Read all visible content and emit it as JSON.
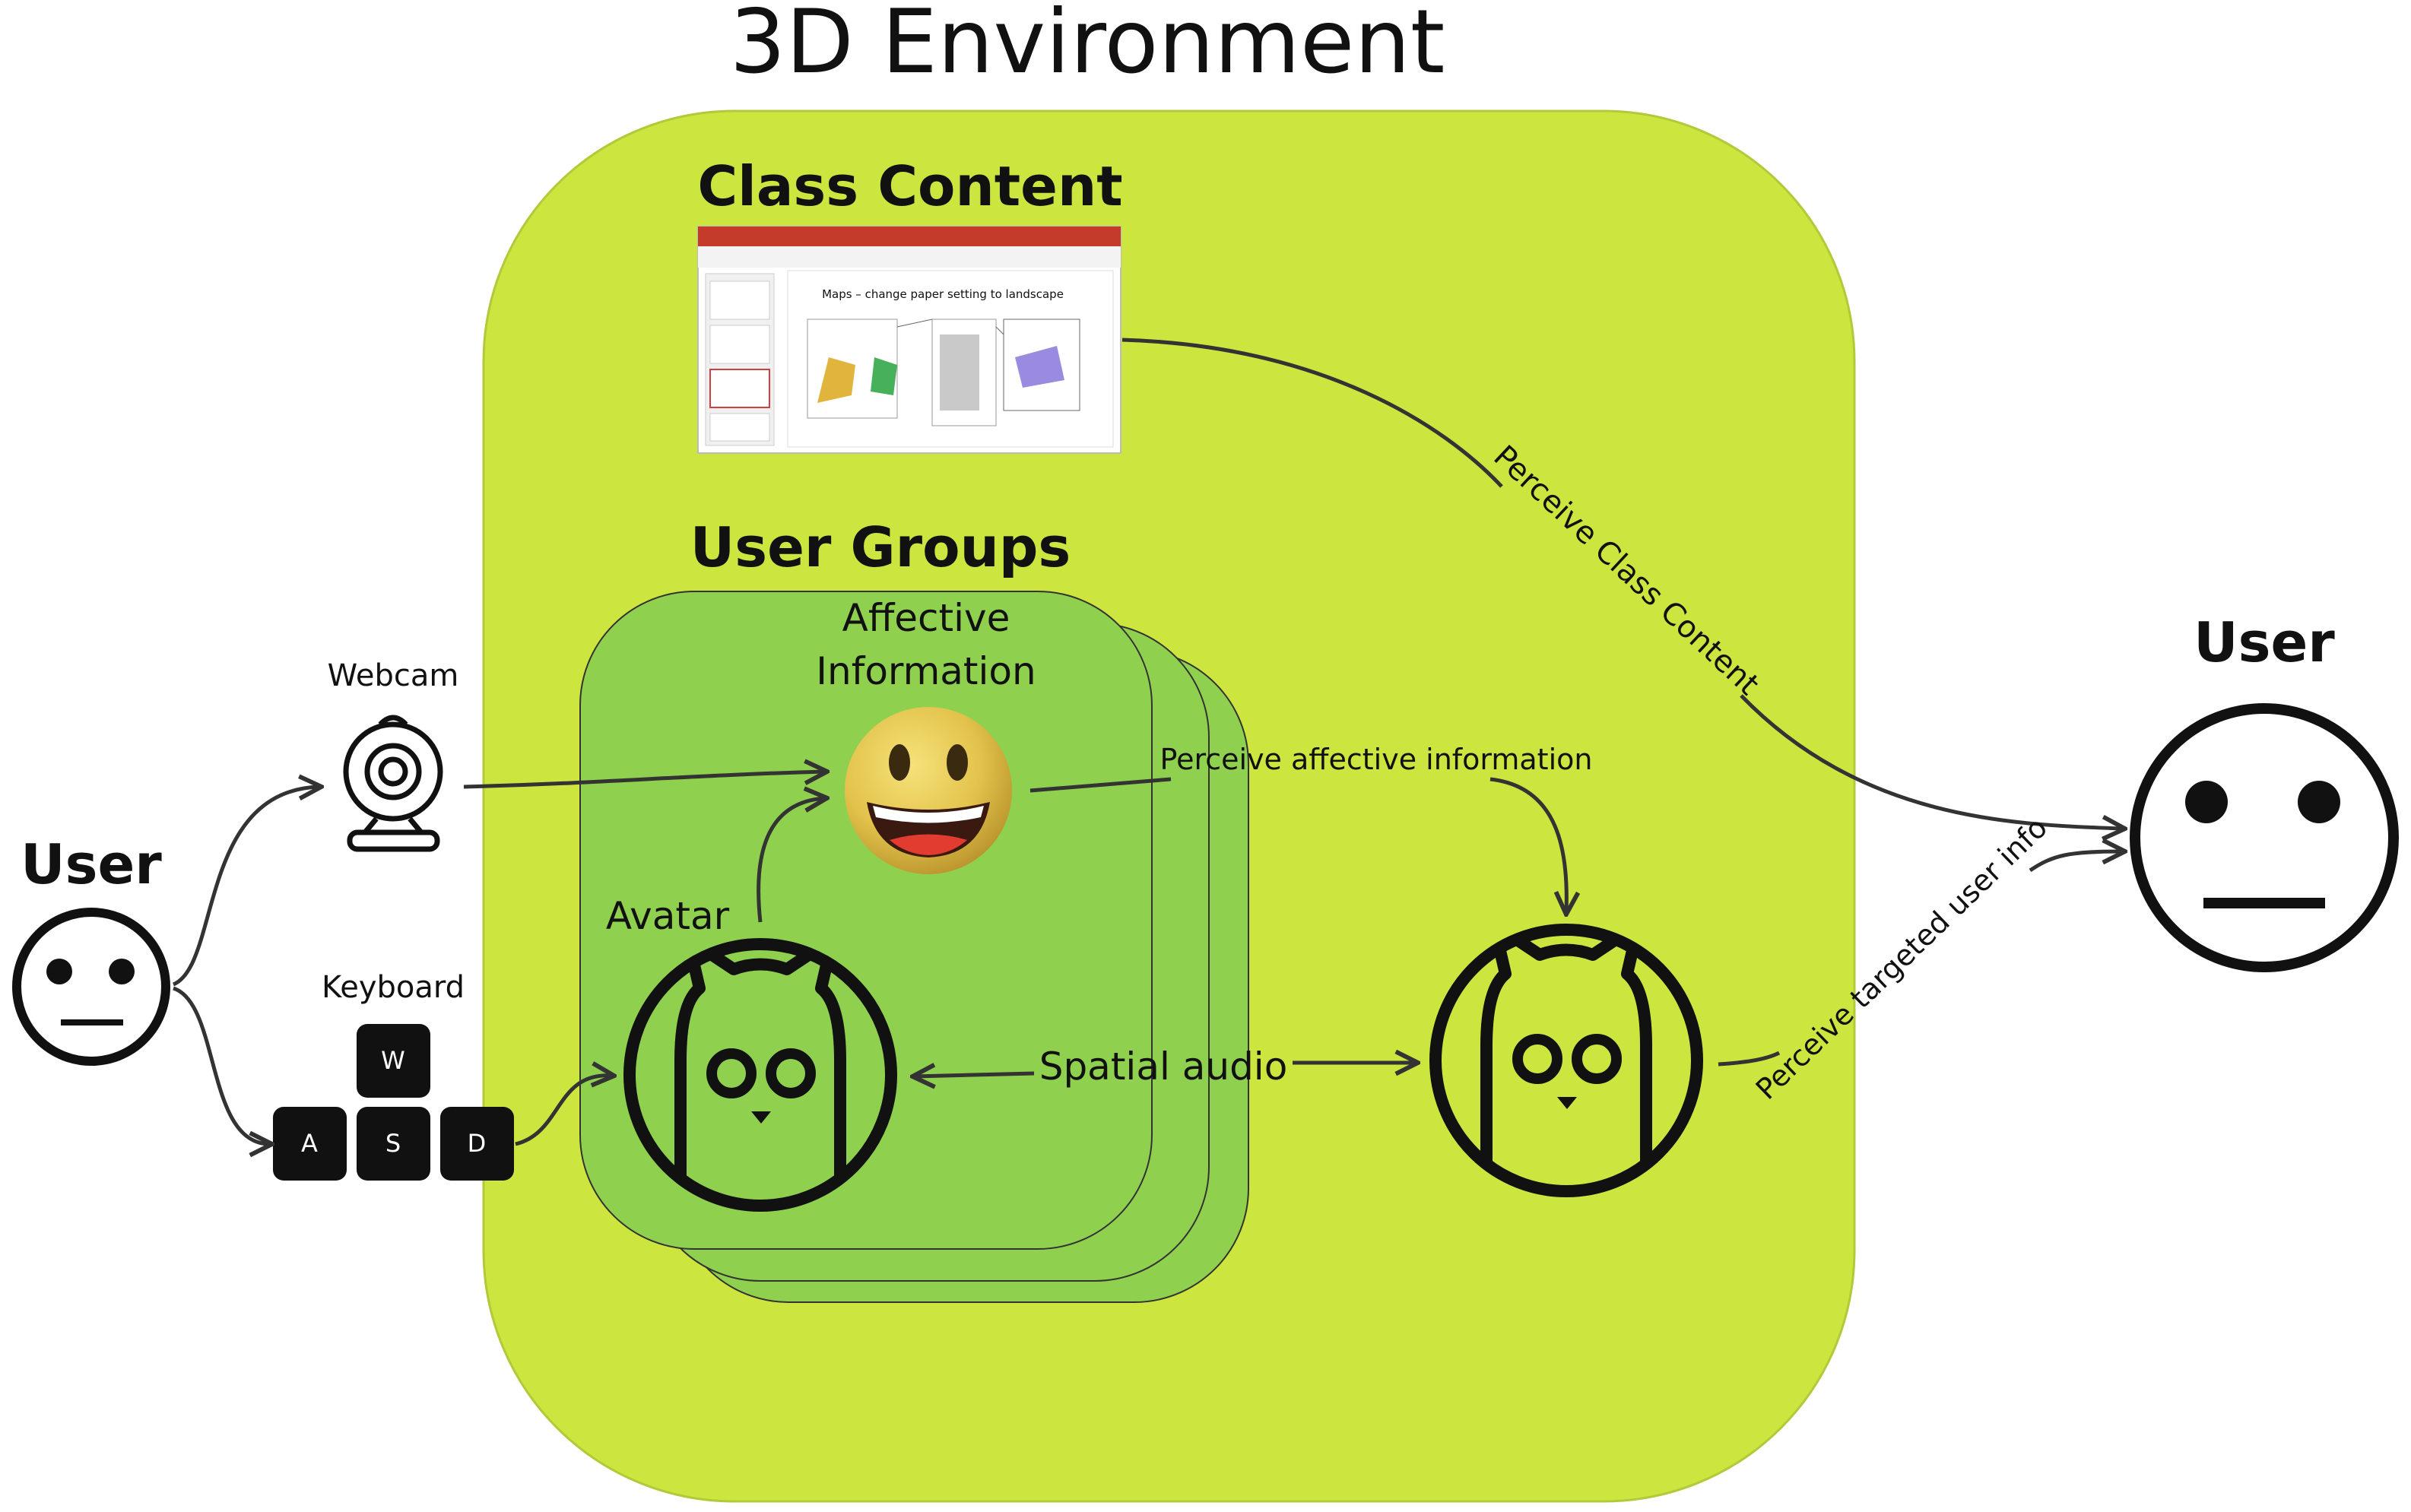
{
  "title": "3D Environment",
  "environment": {
    "class_content": {
      "heading": "Class Content",
      "slide_text": "Maps – change paper setting to landscape"
    },
    "user_groups": {
      "heading": "User Groups",
      "affective_label_line1": "Affective",
      "affective_label_line2": "Information",
      "avatar_label": "Avatar"
    }
  },
  "left_user": {
    "label": "User",
    "webcam_label": "Webcam",
    "keyboard_label": "Keyboard",
    "keys": [
      "W",
      "A",
      "S",
      "D"
    ]
  },
  "right_user": {
    "label": "User"
  },
  "edges": {
    "perceive_class_content": "Perceive Class Content",
    "perceive_affective": "Perceive affective information",
    "spatial_audio": "Spatial audio",
    "perceive_targeted": "Perceive targeted user info"
  },
  "colors": {
    "environment_fill": "#cde63f",
    "group_fill": "#8fd14f",
    "stroke": "#1a1a1a"
  }
}
